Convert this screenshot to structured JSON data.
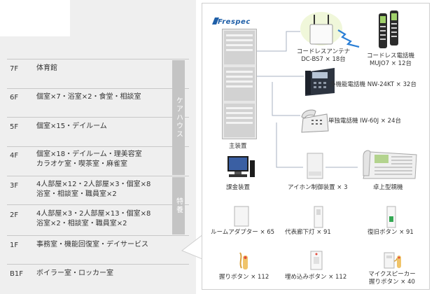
{
  "floors": [
    {
      "label": "7F",
      "desc": "体育館"
    },
    {
      "label": "6F",
      "desc": "個室×7・浴室×2・食堂・相談室"
    },
    {
      "label": "5F",
      "desc": "個室×15・デイルーム"
    },
    {
      "label": "4F",
      "desc": "個室×18・デイルーム・理美容室",
      "desc2": "カラオケ室・喫茶室・麻雀室"
    },
    {
      "label": "3F",
      "desc": "4人部屋×12・2人部屋×3・個室×8",
      "desc2": "浴室・相談室・職員室×2"
    },
    {
      "label": "2F",
      "desc": "4人部屋×3・2人部屋×13・個室×8",
      "desc2": "浴室×2・相談室・職員室×2"
    },
    {
      "label": "1F",
      "desc": "事務室・機能回復室・デイサービス"
    },
    {
      "label": "B1F",
      "desc": "ボイラー室・ロッカー室"
    }
  ],
  "tags": {
    "carehouse": "ケアハウス",
    "special": "特養"
  },
  "brand": "Frespec",
  "devices": {
    "antenna": {
      "line1": "コードレスアンテナ",
      "line2": "DC-BS7 × 18台"
    },
    "cordless_phone": {
      "line1": "コードレス電話機",
      "line2": "MUJO7 × 12台"
    },
    "multi_phone": {
      "line1": "多機能電話機 NW-24KT × 32台"
    },
    "single_phone": {
      "line1": "単独電話機 IW-60J × 24台"
    },
    "main_unit": {
      "line1": "主装置"
    },
    "billing": {
      "line1": "課金装置"
    },
    "aiphone": {
      "line1": "アイホン制御装置 × 3"
    },
    "desk_master": {
      "line1": "卓上型親機"
    },
    "room_adapter": {
      "line1": "ルームアダプター × 65"
    },
    "corridor_light": {
      "line1": "代表廊下灯 × 91"
    },
    "reset_button": {
      "line1": "復旧ボタン × 91"
    },
    "grip_button": {
      "line1": "握りボタン × 112"
    },
    "embedded_button": {
      "line1": "埋め込みボタン × 112"
    },
    "mic_speaker": {
      "line1": "マイクスピーカー",
      "line2": "握りボタン × 40"
    }
  },
  "colors": {
    "panel_bg": "#efefef",
    "tag_bg": "#c4c4c4",
    "brand": "#1f5fa8",
    "antenna_wave": "#2b7fd6"
  }
}
